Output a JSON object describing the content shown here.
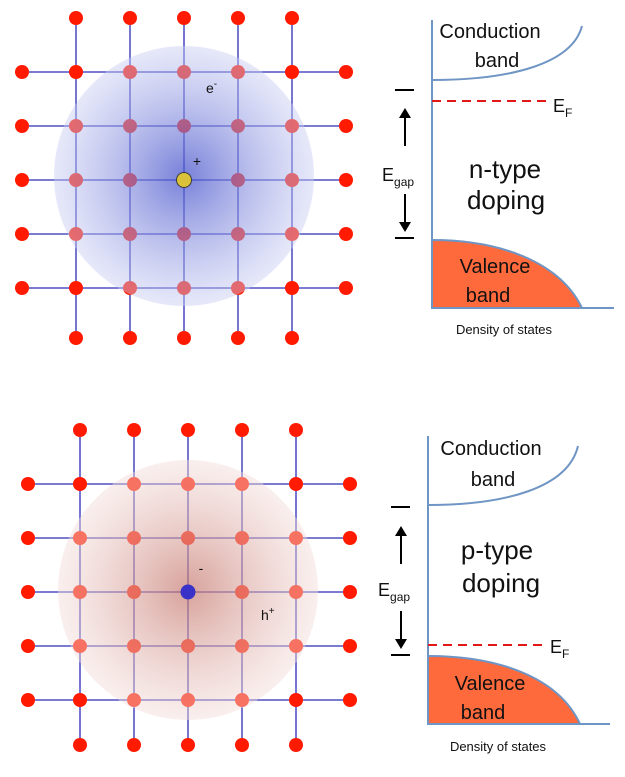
{
  "colors": {
    "lattice_line": "#2c2cb8",
    "atom": "#ff1a00",
    "donor_atom": "#d9c23a",
    "acceptor_atom": "#3a32c8",
    "n_cloud": "#5060d0",
    "p_cloud": "#d08a80",
    "axis": "#6f95c4",
    "band_fill": "#ff6a3c",
    "fermi": "#e01818"
  },
  "top": {
    "carrier_label": "e",
    "carrier_sup": "-",
    "impurity_charge": "+",
    "conduction": [
      "Conduction",
      "band"
    ],
    "valence": [
      "Valence",
      "band"
    ],
    "fermi_main": "E",
    "fermi_sub": "F",
    "gap_main": "E",
    "gap_sub": "gap",
    "doping": [
      "n-type",
      "doping"
    ],
    "x_axis_label": "Density of states"
  },
  "bottom": {
    "carrier_label": "h",
    "carrier_sup": "+",
    "impurity_charge": "-",
    "conduction": [
      "Conduction",
      "band"
    ],
    "valence": [
      "Valence",
      "band"
    ],
    "fermi_main": "E",
    "fermi_sub": "F",
    "gap_main": "E",
    "gap_sub": "gap",
    "doping": [
      "p-type",
      "doping"
    ],
    "x_axis_label": "Density of states"
  }
}
